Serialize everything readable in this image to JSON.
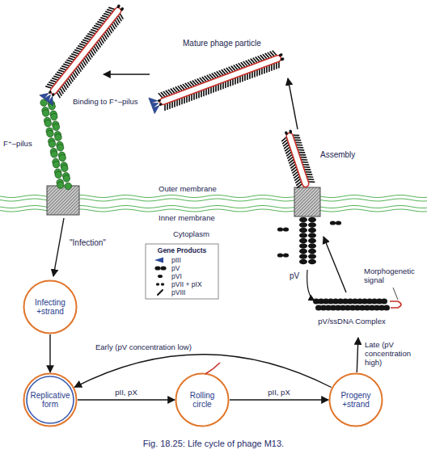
{
  "diagram": {
    "caption": "Fig. 18.25: Life cycle of phage M13.",
    "nodes": [
      {
        "text": [
          "Infecting +strand"
        ]
      },
      {
        "text": [
          "Replicative form"
        ]
      },
      {
        "text": [
          "Rolling circle"
        ]
      },
      {
        "text": [
          "Progeny +strand"
        ]
      },
      {
        "text": [
          "pV/ssDNA Complex"
        ]
      }
    ],
    "edges": [
      {
        "from": 0,
        "to": 1,
        "arrow": "to"
      },
      {
        "from": 1,
        "to": 2,
        "label": "pII, pX",
        "arrow": "to"
      },
      {
        "from": 2,
        "to": 3,
        "label": "pII, pX",
        "arrow": "to"
      },
      {
        "from": 3,
        "to": 1,
        "label": "Early (pV concentration low)",
        "arrow": "to"
      },
      {
        "from": 3,
        "to": 4,
        "label": "Late (pV concentration high)",
        "arrow": "to"
      }
    ],
    "labels": [
      "Mature phage particle",
      "Binding to F⁺–pilus",
      "F⁺–pilus",
      "Outer membrane",
      "Inner membrane",
      "Cytoplasm",
      "Assembly",
      "\"Infection\"",
      "Gene Products",
      "pV",
      "Morphogenetic signal"
    ],
    "legend": [
      {
        "text": "pIII"
      },
      {
        "text": "pV"
      },
      {
        "text": "pVI"
      },
      {
        "text": "pVII + pIX"
      },
      {
        "text": "pVIII"
      }
    ]
  }
}
